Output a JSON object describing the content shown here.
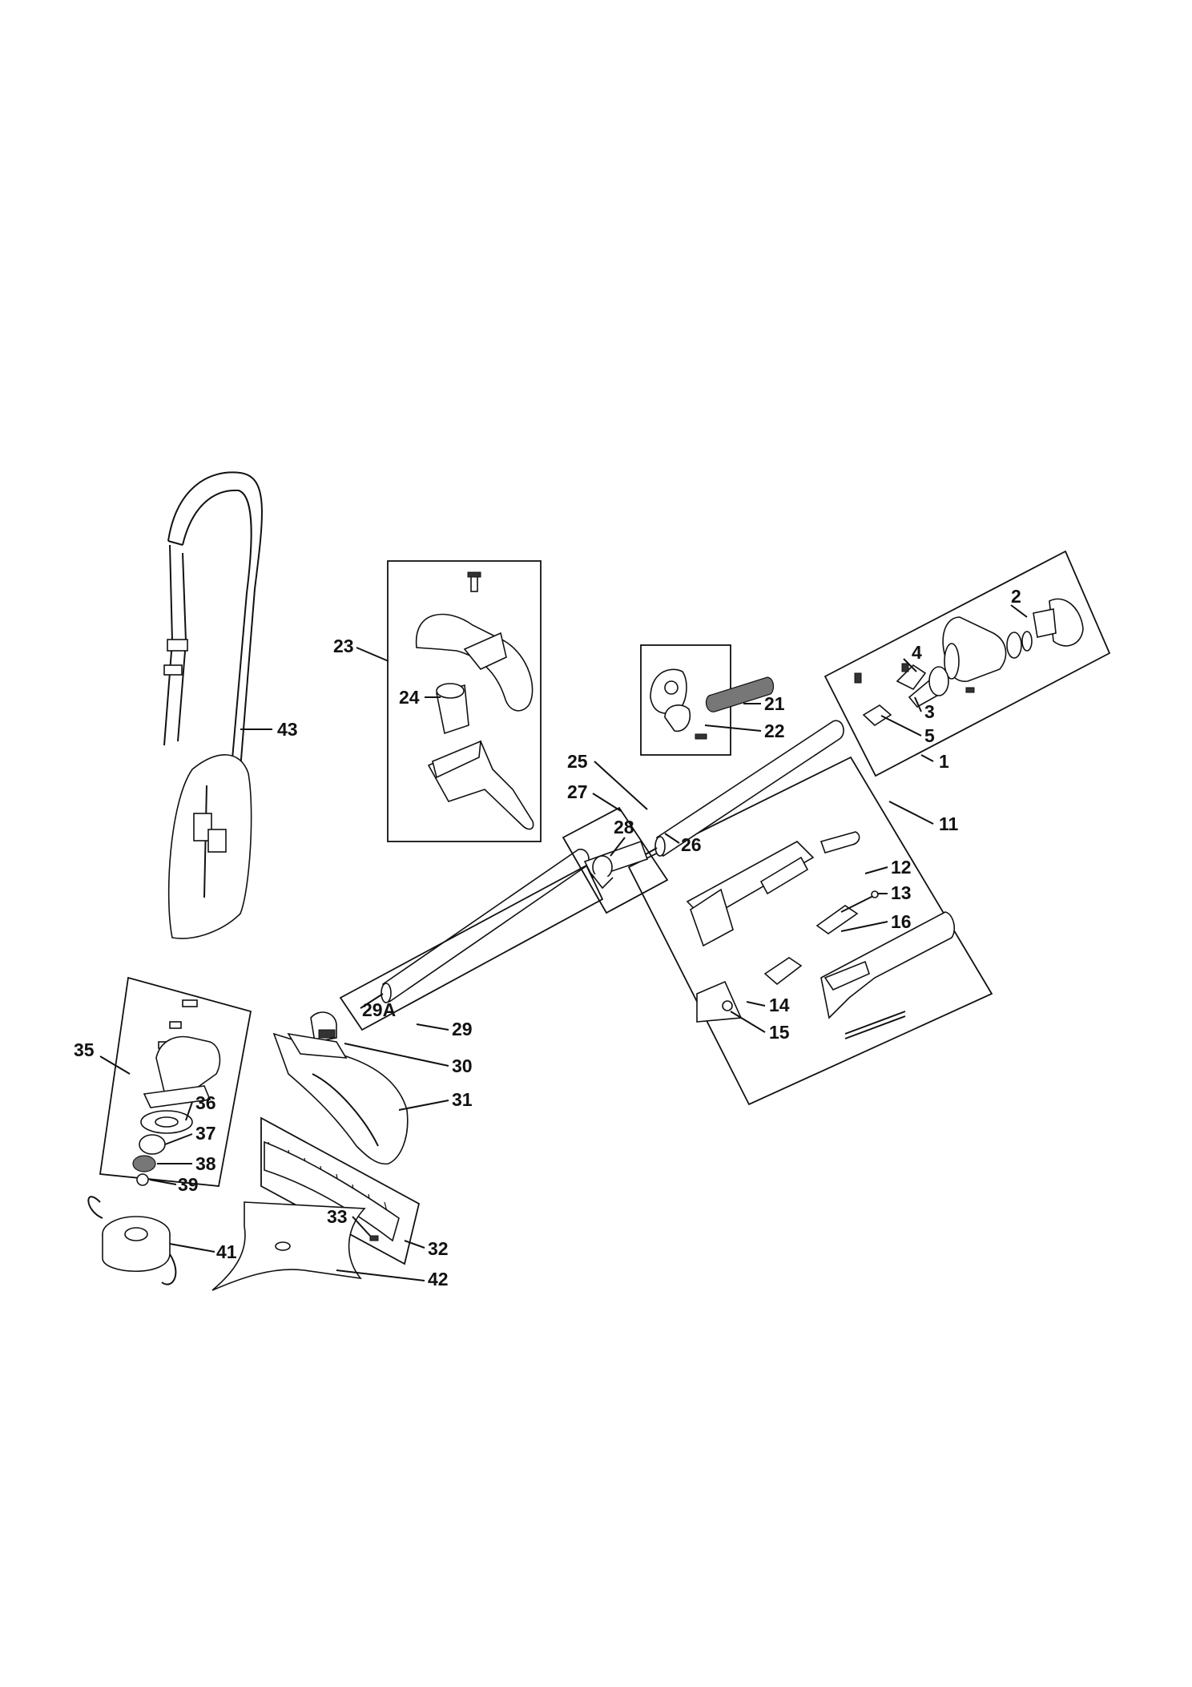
{
  "labels": {
    "p1": "1",
    "p2": "2",
    "p3": "3",
    "p4": "4",
    "p5": "5",
    "p11": "11",
    "p12": "12",
    "p13": "13",
    "p14": "14",
    "p15": "15",
    "p16": "16",
    "p21": "21",
    "p22": "22",
    "p23": "23",
    "p24": "24",
    "p25": "25",
    "p26": "26",
    "p27": "27",
    "p28": "28",
    "p29": "29",
    "p29a": "29A",
    "p30": "30",
    "p31": "31",
    "p32": "32",
    "p33": "33",
    "p35": "35",
    "p36": "36",
    "p37": "37",
    "p38": "38",
    "p39": "39",
    "p41": "41",
    "p42": "42",
    "p43": "43"
  },
  "colors": {
    "line": "#111111",
    "background": "#ffffff",
    "shade": "#777777"
  }
}
